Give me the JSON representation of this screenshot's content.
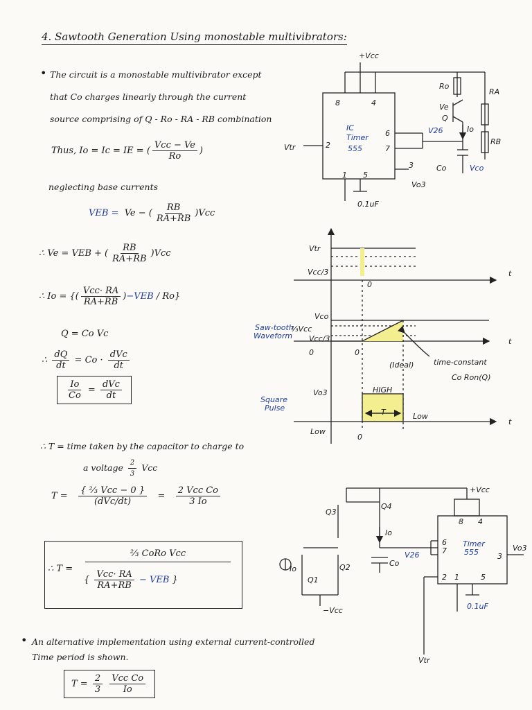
{
  "heading": "4. Sawtooth Generation Using monostable multivibrators:",
  "intro": {
    "line1": "The circuit is a monostable multivibrator except",
    "line2": "that Co charges linearly through the current",
    "line3": "source comprising of Q - Ro - RA - RB combination"
  },
  "eq_thus": {
    "lhs": "Thus, Io = Ic = IE =",
    "num": "Vcc − Ve",
    "den": "Ro"
  },
  "neglect": "neglecting base currents",
  "eq_veb": {
    "lhs": "VEB =",
    "mid": "Ve −",
    "num": "RB",
    "den": "RA+RB",
    "tail": "Vcc"
  },
  "eq_ve": {
    "lhs": "∴ Ve = VEB +",
    "num": "RB",
    "den": "RA+RB",
    "tail": "Vcc"
  },
  "eq_io": {
    "lhs": "∴ Io =",
    "num": "Vcc· RA",
    "den": "RA+RB",
    "mid": "−VEB",
    "den2": "Ro"
  },
  "eq_q": "Q = Co Vc",
  "eq_dq": {
    "lhs": "∴",
    "n1": "dQ",
    "d1": "dt",
    "mid": "= Co ·",
    "n2": "dVc",
    "d2": "dt"
  },
  "eq_boxed1": {
    "n1": "Io",
    "d1": "Co",
    "n2": "dVc",
    "d2": "dt"
  },
  "tdef": {
    "line1": "∴ T = time taken by the capacitor to charge to",
    "line2": "a voltage",
    "frac_n": "2",
    "frac_d": "3",
    "tail": "Vcc"
  },
  "eq_T1": {
    "lhs": "T =",
    "num": "{ ⅔ Vcc − 0 }",
    "den": "(dVc/dt)",
    "eq": "=",
    "rnum": "2 Vcc Co",
    "rden": "3 Io"
  },
  "eq_T2": {
    "lhs": "∴ T =",
    "num": "⅔ CoRo Vcc",
    "dnum": "Vcc· RA",
    "dden": "RA+RB",
    "dtail": "− VEB"
  },
  "alt": {
    "line1": "An alternative implementation using external current-controlled",
    "line2": "Time period is shown."
  },
  "eq_T3": {
    "lhs": "T =",
    "n1": "2",
    "d1": "3",
    "n2": "Vcc Co",
    "d2": "Io"
  },
  "circuit1": {
    "vcc": "+Vcc",
    "pin8": "8",
    "pin4": "4",
    "ic": [
      "IC",
      "Timer",
      "555"
    ],
    "pin6": "6",
    "pin7": "7",
    "pin2": "2",
    "pin1": "1",
    "pin5": "5",
    "pin3": "3",
    "vtr": "Vtr",
    "cap": "0.1uF",
    "v26": "V26",
    "vo3": "Vo3",
    "ro": "Ro",
    "ra": "RA",
    "rb": "RB",
    "ve": "Ve",
    "q": "Q",
    "io": "Io",
    "co": "Co",
    "vco": "Vco"
  },
  "graphs": {
    "vtr": "Vtr",
    "vcc3": "Vcc/3",
    "t": "t",
    "zero": "0",
    "vco": "Vco",
    "saw_label": [
      "Saw-tooth",
      "Waveform"
    ],
    "two_thirds": "⅔Vcc",
    "vcc3b": "Vcc/3",
    "ideal": "(Ideal)",
    "tc": [
      "time-constant",
      "Co Ron(Q)"
    ],
    "vo3": "Vo3",
    "high": "HIGH",
    "T": "T",
    "low": "Low",
    "low2": "Low",
    "sq": [
      "Square",
      "Pulse"
    ]
  },
  "circuit2": {
    "vcc": "+Vcc",
    "q3": "Q3",
    "q4": "Q4",
    "io": "Io",
    "q1": "Q1",
    "q2": "Q2",
    "co": "Co",
    "v26": "V26",
    "vcc_neg": "−Vcc",
    "timer": [
      "Timer",
      "555"
    ],
    "pin8": "8",
    "pin4": "4",
    "pin6": "6",
    "pin7": "7",
    "pin2": "2",
    "pin1": "1",
    "pin5": "5",
    "pin3": "3",
    "vo3": "Vo3",
    "cap": "0.1uF",
    "vtr": "Vtr",
    "io_src": "Io"
  }
}
